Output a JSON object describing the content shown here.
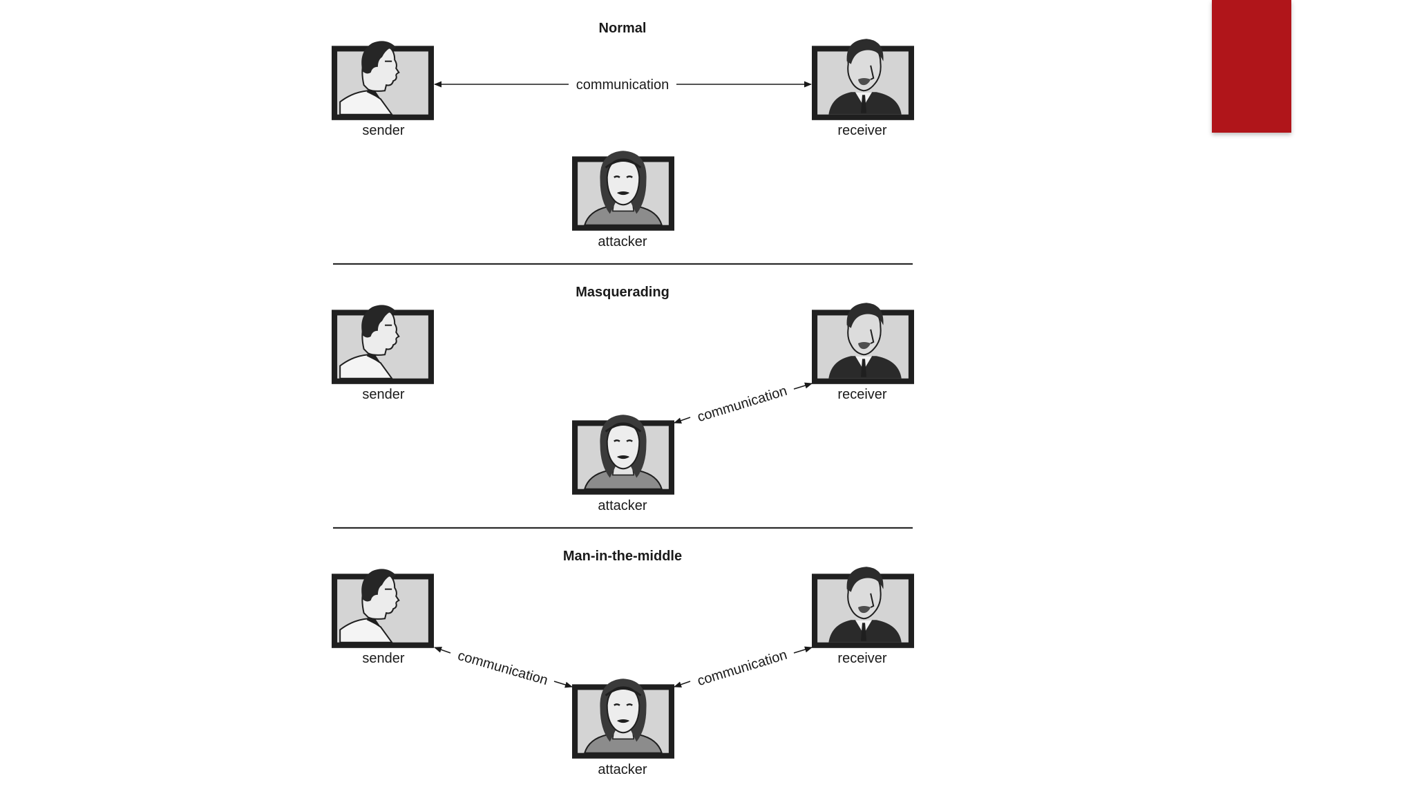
{
  "panels": [
    {
      "title": "Normal",
      "sender_label": "sender",
      "receiver_label": "receiver",
      "attacker_label": "attacker",
      "comm_direct": "communication"
    },
    {
      "title": "Masquerading",
      "sender_label": "sender",
      "receiver_label": "receiver",
      "attacker_label": "attacker",
      "comm_attacker_receiver": "communication"
    },
    {
      "title": "Man-in-the-middle",
      "sender_label": "sender",
      "receiver_label": "receiver",
      "attacker_label": "attacker",
      "comm_sender_attacker": "communication",
      "comm_attacker_receiver": "communication"
    }
  ],
  "colors": {
    "accent": "#b0151a",
    "ink": "#1a1a1a",
    "frame_fill": "#d4d4d4"
  },
  "icons": {
    "sender": "sender-portrait-icon",
    "receiver": "receiver-portrait-icon",
    "attacker": "attacker-portrait-icon"
  }
}
